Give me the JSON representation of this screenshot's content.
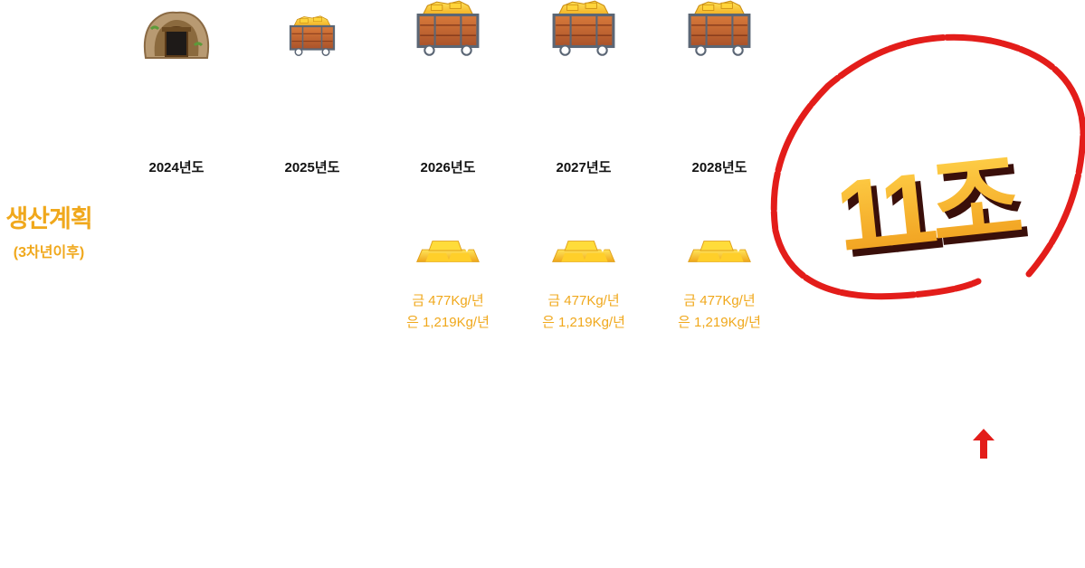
{
  "side": {
    "title": "생산계획",
    "subtitle": "(3차년이후)"
  },
  "timeline": [
    {
      "year": "2024년도",
      "icon": "mine-entrance-icon",
      "gold": "",
      "silver": ""
    },
    {
      "year": "2025년도",
      "icon": "small-minecart-icon",
      "gold": "",
      "silver": ""
    },
    {
      "year": "2026년도",
      "icon": "minecart-gold-icon",
      "gold": "금 477Kg/년",
      "silver": "은 1,219Kg/년"
    },
    {
      "year": "2027년도",
      "icon": "minecart-gold-icon",
      "gold": "금 477Kg/년",
      "silver": "은 1,219Kg/년"
    },
    {
      "year": "2028년도",
      "icon": "minecart-gold-icon",
      "gold": "금 477Kg/년",
      "silver": "은 1,219Kg/년"
    }
  ],
  "highlight": {
    "value": "11조"
  },
  "colors": {
    "accent": "#f0a81c",
    "red": "#e31d1a",
    "year_text": "#111111"
  }
}
